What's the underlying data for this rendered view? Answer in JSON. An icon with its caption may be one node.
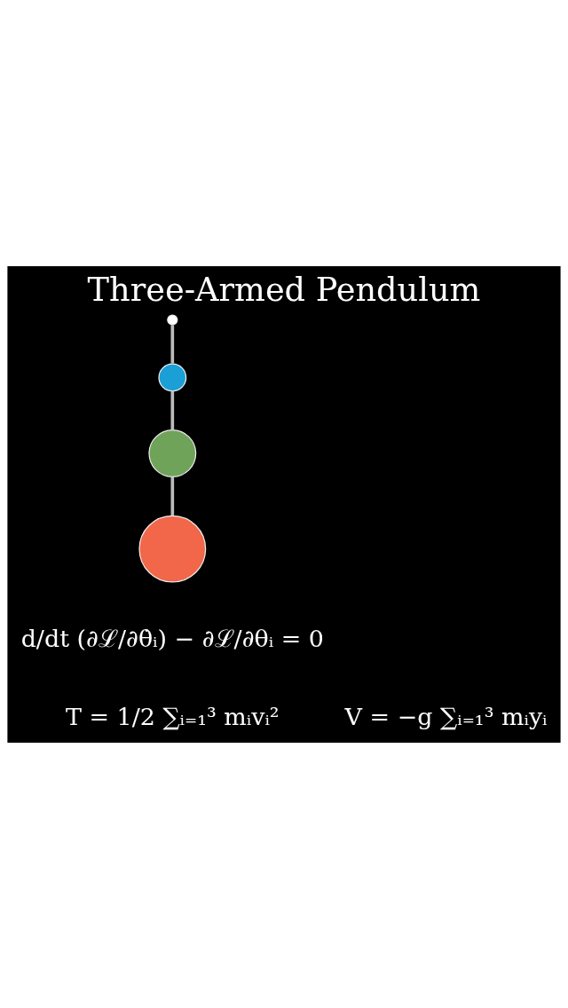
{
  "diagram": {
    "title": "Three-Armed Pendulum",
    "nodes": [
      {
        "text": [],
        "shape": "circle"
      },
      {
        "text": [],
        "shape": "circle"
      },
      {
        "text": [],
        "shape": "circle"
      },
      {
        "text": [],
        "shape": "circle"
      }
    ],
    "edges": [
      {
        "from": 0,
        "to": 1,
        "arrow": "none"
      },
      {
        "from": 1,
        "to": 2,
        "arrow": "none"
      },
      {
        "from": 2,
        "to": 3,
        "arrow": "none"
      }
    ],
    "labels": [
      "d/dt (∂ℒ/∂θ̇ᵢ) − ∂ℒ/∂θᵢ = 0",
      "T = 1/2 ∑ᵢ₌₁³ mᵢvᵢ²",
      "V = −g ∑ᵢ₌₁³ mᵢyᵢ"
    ]
  }
}
